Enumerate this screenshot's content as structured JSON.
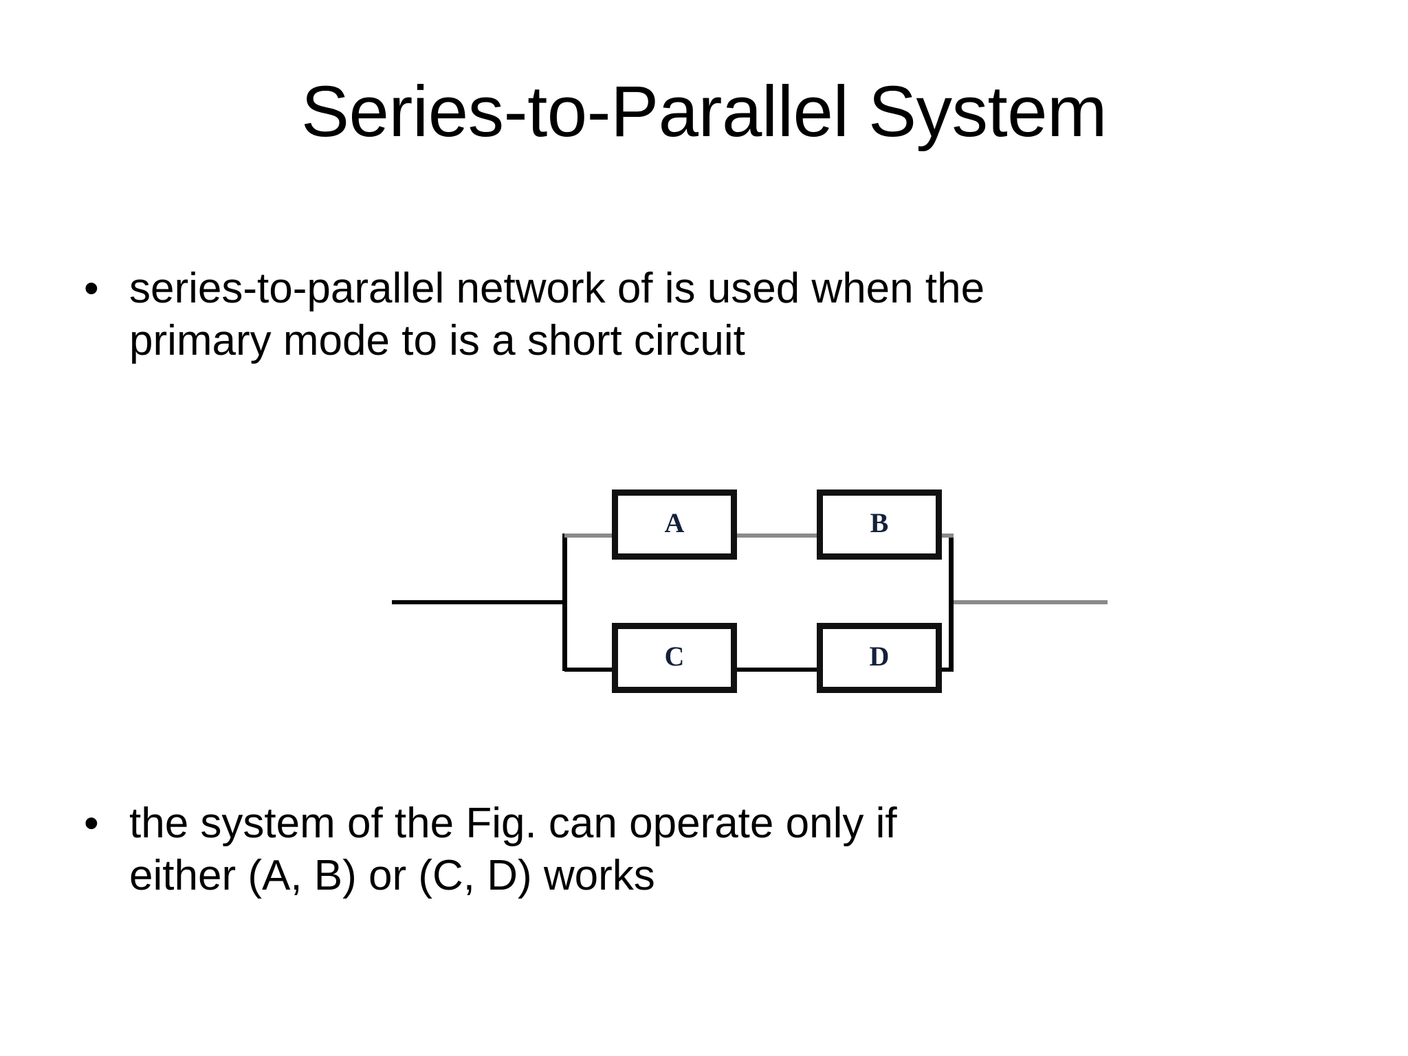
{
  "slide": {
    "title": "Series-to-Parallel System",
    "background_color": "#ffffff",
    "text_color": "#000000"
  },
  "bullets": [
    {
      "marker": "•",
      "lines": [
        "series-to-parallel network of is used when the",
        "primary mode to is a short circuit"
      ]
    },
    {
      "marker": "•",
      "lines": [
        "the system of the Fig. can operate only if",
        "either (A, B) or (C, D) works"
      ]
    }
  ],
  "figure": {
    "name": "series-to-parallel-reliability-block-diagram",
    "components": [
      {
        "id": "A",
        "label": "A",
        "branch": "top",
        "position": "left"
      },
      {
        "id": "B",
        "label": "B",
        "branch": "top",
        "position": "right"
      },
      {
        "id": "C",
        "label": "C",
        "branch": "bottom",
        "position": "left"
      },
      {
        "id": "D",
        "label": "D",
        "branch": "bottom",
        "position": "right"
      }
    ],
    "wire_color": "#000000",
    "wire_color_light": "#8a8a8a",
    "box_border_color": "#111111",
    "label_color": "#14213a"
  }
}
